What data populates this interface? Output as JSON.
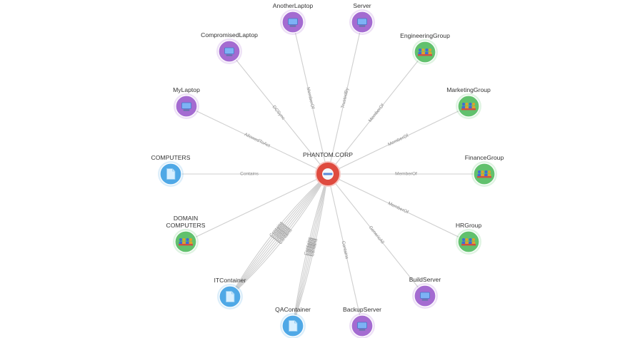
{
  "graph": {
    "root": {
      "label": "PHANTOM.CORP",
      "icon": "domain-icon",
      "color": "#df4b3f"
    },
    "nodes": [
      {
        "id": "anotherlaptop",
        "label": "AnotherLaptop",
        "type": "computer",
        "color": "#a46bd1"
      },
      {
        "id": "server",
        "label": "Server",
        "type": "computer",
        "color": "#a46bd1"
      },
      {
        "id": "compromisedlaptop",
        "label": "CompromisedLaptop",
        "type": "computer",
        "color": "#a46bd1"
      },
      {
        "id": "mylaptop",
        "label": "MyLaptop",
        "type": "computer",
        "color": "#a46bd1"
      },
      {
        "id": "computers",
        "label": "COMPUTERS",
        "type": "container",
        "color": "#4fa8e6"
      },
      {
        "id": "domain-computers",
        "label": "DOMAIN\nCOMPUTERS",
        "type": "group",
        "color": "#61c16d"
      },
      {
        "id": "itcontainer",
        "label": "ITContainer",
        "type": "container",
        "color": "#4fa8e6"
      },
      {
        "id": "qacontainer",
        "label": "QAContainer",
        "type": "container",
        "color": "#4fa8e6"
      },
      {
        "id": "backupserver",
        "label": "BackupServer",
        "type": "computer",
        "color": "#a46bd1"
      },
      {
        "id": "buildserver",
        "label": "BuildServer",
        "type": "computer",
        "color": "#a46bd1"
      },
      {
        "id": "hrgroup",
        "label": "HRGroup",
        "type": "group",
        "color": "#61c16d"
      },
      {
        "id": "financegroup",
        "label": "FinanceGroup",
        "type": "group",
        "color": "#61c16d"
      },
      {
        "id": "marketinggroup",
        "label": "MarketingGroup",
        "type": "group",
        "color": "#61c16d"
      },
      {
        "id": "engineeringgroup",
        "label": "EngineeringGroup",
        "type": "group",
        "color": "#61c16d"
      }
    ],
    "edges": [
      {
        "target": "anotherlaptop",
        "label": "MemberOf"
      },
      {
        "target": "server",
        "label": "TrustedBy"
      },
      {
        "target": "compromisedlaptop",
        "label": "DCSync"
      },
      {
        "target": "mylaptop",
        "label": "AllowedToAct"
      },
      {
        "target": "computers",
        "label": "Contains"
      },
      {
        "target": "domain-computers",
        "label": ""
      },
      {
        "target": "backupserver",
        "label": "Contains"
      },
      {
        "target": "buildserver",
        "label": "GenericAll"
      },
      {
        "target": "hrgroup",
        "label": "MemberOf"
      },
      {
        "target": "financegroup",
        "label": "MemberOf"
      },
      {
        "target": "marketinggroup",
        "label": "MemberOf"
      },
      {
        "target": "engineeringgroup",
        "label": "MemberOf"
      }
    ],
    "container_bundles": [
      {
        "target": "itcontainer",
        "labels": [
          "Contains",
          "Contains",
          "Contains",
          "Contains",
          "Contains",
          "Contains",
          "Contains"
        ]
      },
      {
        "target": "qacontainer",
        "labels": [
          "Contains",
          "Contains",
          "Contains",
          "Contains",
          "Contains"
        ]
      }
    ]
  }
}
